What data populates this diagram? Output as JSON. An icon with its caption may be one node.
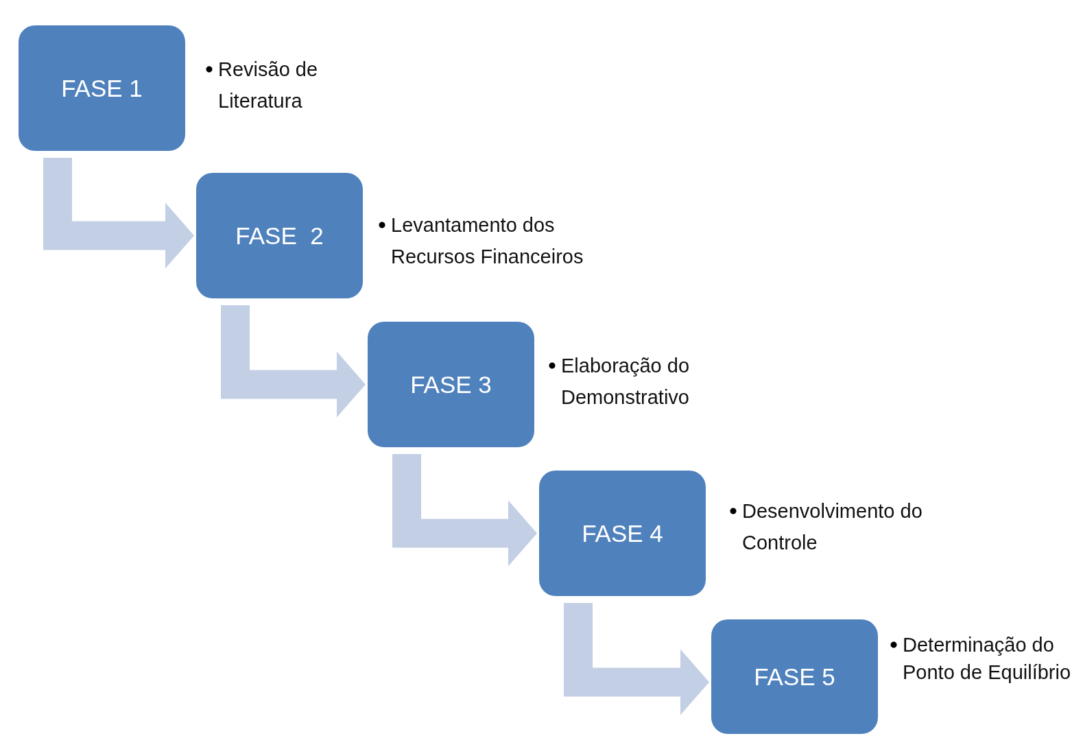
{
  "diagram": {
    "nodes": [
      {
        "text": [
          "FASE 1"
        ],
        "beside": [
          "Revisão de Literatura"
        ]
      },
      {
        "text": [
          "FASE  2"
        ],
        "beside": [
          "Levantamento dos Recursos Financeiros"
        ]
      },
      {
        "text": [
          "FASE 3"
        ],
        "beside": [
          "Elaboração do Demonstrativo"
        ]
      },
      {
        "text": [
          "FASE 4"
        ],
        "beside": [
          "Desenvolvimento do Controle"
        ]
      },
      {
        "text": [
          "FASE 5"
        ],
        "beside": [
          "Determinação do Ponto de Equilíbrio"
        ]
      }
    ],
    "edges": [
      {
        "from": 0,
        "to": 1,
        "arrow": "to"
      },
      {
        "from": 1,
        "to": 2,
        "arrow": "to"
      },
      {
        "from": 2,
        "to": 3,
        "arrow": "to"
      },
      {
        "from": 3,
        "to": 4,
        "arrow": "to"
      }
    ]
  }
}
